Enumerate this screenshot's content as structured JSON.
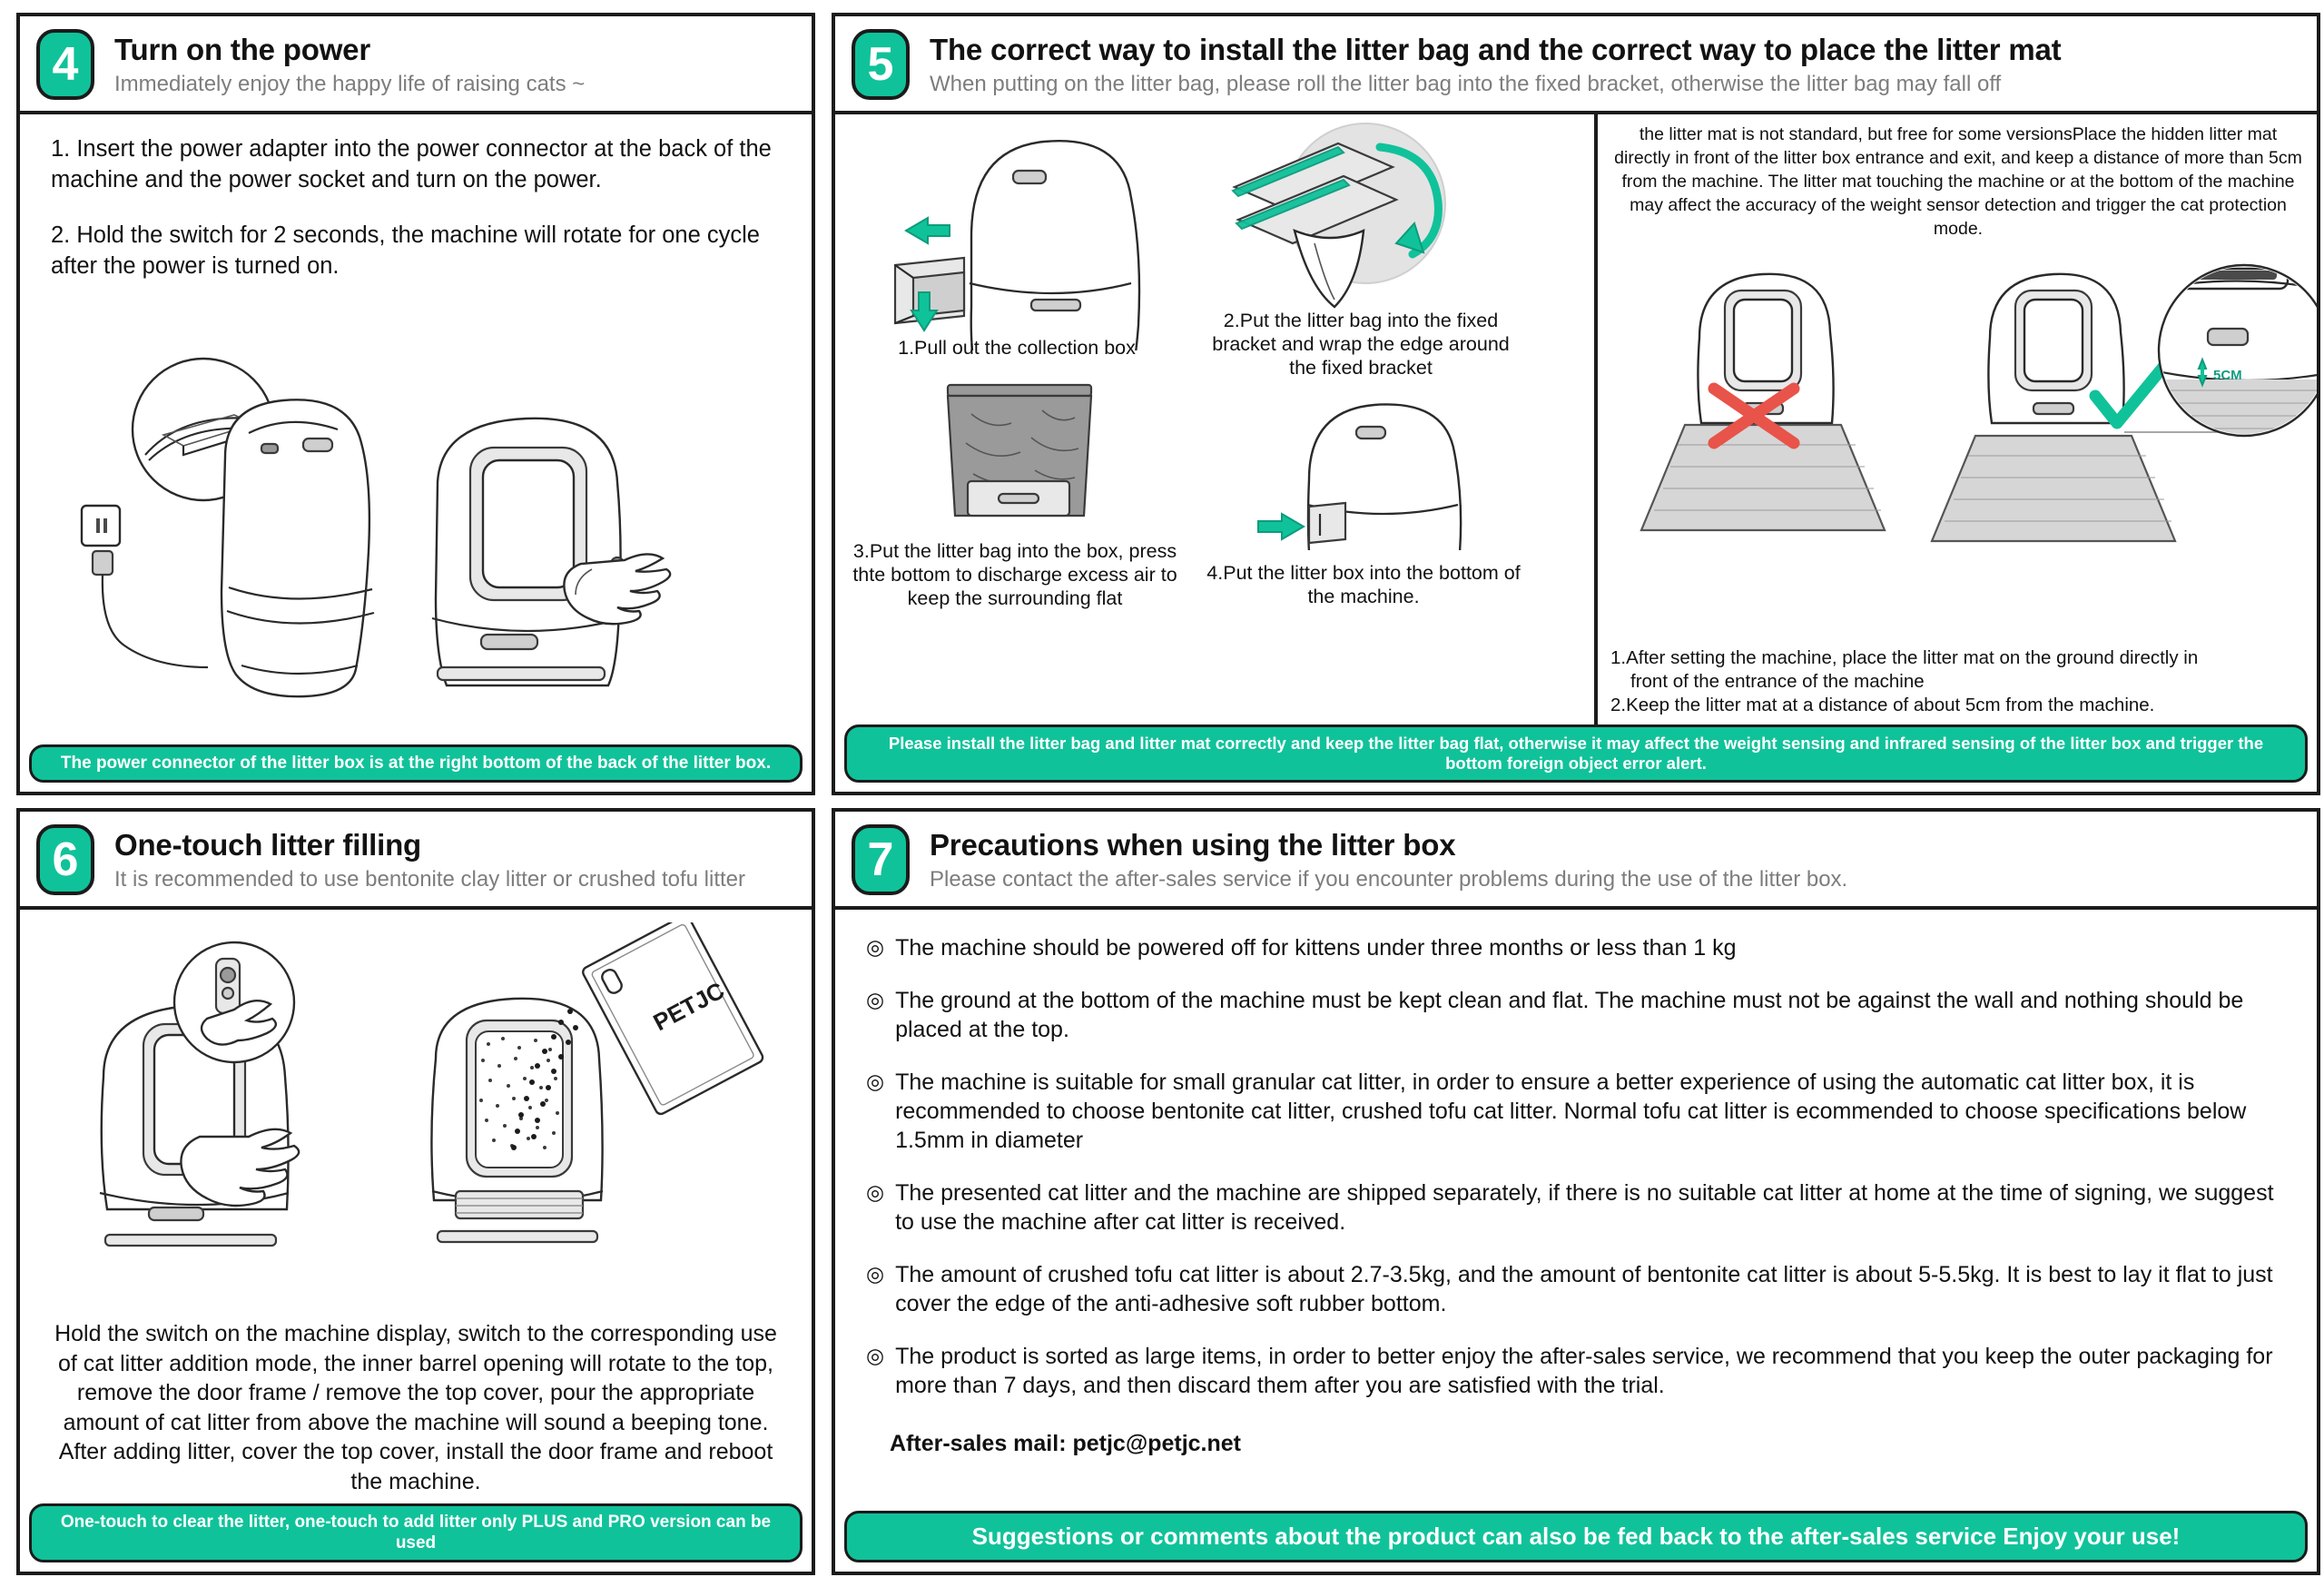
{
  "document": {
    "type": "instruction-manual-page",
    "accent_color": "#10c29a",
    "error_color": "#e8534a",
    "ink_color": "#1b1b1b"
  },
  "panel4": {
    "number": "4",
    "title": "Turn on the power",
    "subtitle": "Immediately enjoy the happy life of raising cats ~",
    "steps": [
      "1. Insert the power adapter into the power connector at the back of the machine and the power socket and turn on the power.",
      "2. Hold the switch for 2 seconds, the machine will rotate for one cycle after the power is turned on."
    ],
    "banner": "The power connector of the litter box is at the right bottom of the back of the litter box.",
    "illustration": {
      "socket_icon": "power-socket",
      "machine_label": "litter-box-rear-with-adapter",
      "hand_label": "hand-pressing-power-button"
    }
  },
  "panel5": {
    "number": "5",
    "title": "The correct way to install the litter bag and the correct way to place the litter mat",
    "subtitle": "When putting on the litter bag, please roll the litter bag into the fixed bracket, otherwise the litter bag may fall off",
    "steps": [
      "1.Pull out the collection box",
      "2.Put the litter bag into the fixed bracket and wrap the edge around the fixed bracket",
      "3.Put the litter bag into the box, press thte bottom to discharge excess air to keep the surrounding flat",
      "4.Put the litter box into the bottom of the machine."
    ],
    "mat_note": "the litter mat is not standard, but free for some versionsPlace the hidden litter mat directly in front of the litter box entrance and exit, and keep a distance of more than 5cm from the machine. The litter mat touching the machine or at the bottom of the machine may affect the accuracy of the weight sensor detection and trigger the cat protection mode.",
    "mat_rules": [
      "1.After setting the machine, place the litter mat on the ground directly in",
      "front of the entrance of the machine",
      "2.Keep the litter mat at a distance of about 5cm from the machine."
    ],
    "distance_label": "5CM",
    "wrong_mark": "✕",
    "right_mark": "✓",
    "banner": "Please install the litter bag and litter mat correctly and keep the litter bag flat, otherwise it may affect the weight sensing and infrared sensing of the litter box and trigger the bottom foreign object error alert."
  },
  "panel6": {
    "number": "6",
    "title": "One-touch litter filling",
    "subtitle": "It is recommended to use bentonite clay litter or crushed tofu litter",
    "caption": "Hold the switch on the machine display, switch to the corresponding use of cat litter addition mode, the inner barrel opening will rotate to the top, remove the door frame / remove the top cover, pour the appropriate amount of cat litter from above the machine will sound a beeping tone. After adding litter, cover the top cover, install the door frame and reboot the machine.",
    "banner": "One-touch to clear the litter, one-touch to add litter only PLUS and PRO version can be used",
    "illustration": {
      "bag_brand": "PETJC",
      "hand_label": "hand-holding-switch",
      "machine_label": "litter-box-open-top-filling"
    }
  },
  "panel7": {
    "number": "7",
    "title": "Precautions when using the litter box",
    "subtitle": "Please contact the after-sales service if you encounter problems during the use of the litter box.",
    "bullet_mark": "◎",
    "bullets": [
      "The machine should be powered off for kittens under three months or less than 1 kg",
      "The ground at the bottom of the machine must be kept clean and flat. The machine must not be against the wall and nothing should be placed at the top.",
      "The machine is suitable for small granular cat litter, in order to ensure a better experience of using the automatic cat litter box, it is recommended to choose bentonite cat litter, crushed tofu cat litter. Normal tofu cat litter is ecommended to choose specifications below 1.5mm in diameter",
      "The presented cat litter and the machine are shipped separately, if there is no suitable cat litter at home at the time of signing, we suggest to use the machine after cat litter is received.",
      "The amount of crushed tofu cat litter is about 2.7-3.5kg, and the amount of bentonite cat litter is about 5-5.5kg. It is best to lay it flat to just cover the edge of the anti-adhesive soft rubber bottom.",
      "The product is sorted as large items, in order to better enjoy the after-sales service, we recommend that you keep the outer packaging for more than 7 days, and then discard them after you are satisfied with the trial."
    ],
    "mail_line": "After-sales mail: petjc@petjc.net",
    "banner": "Suggestions or comments about the product can also be fed back to the after-sales service   Enjoy your use!"
  }
}
